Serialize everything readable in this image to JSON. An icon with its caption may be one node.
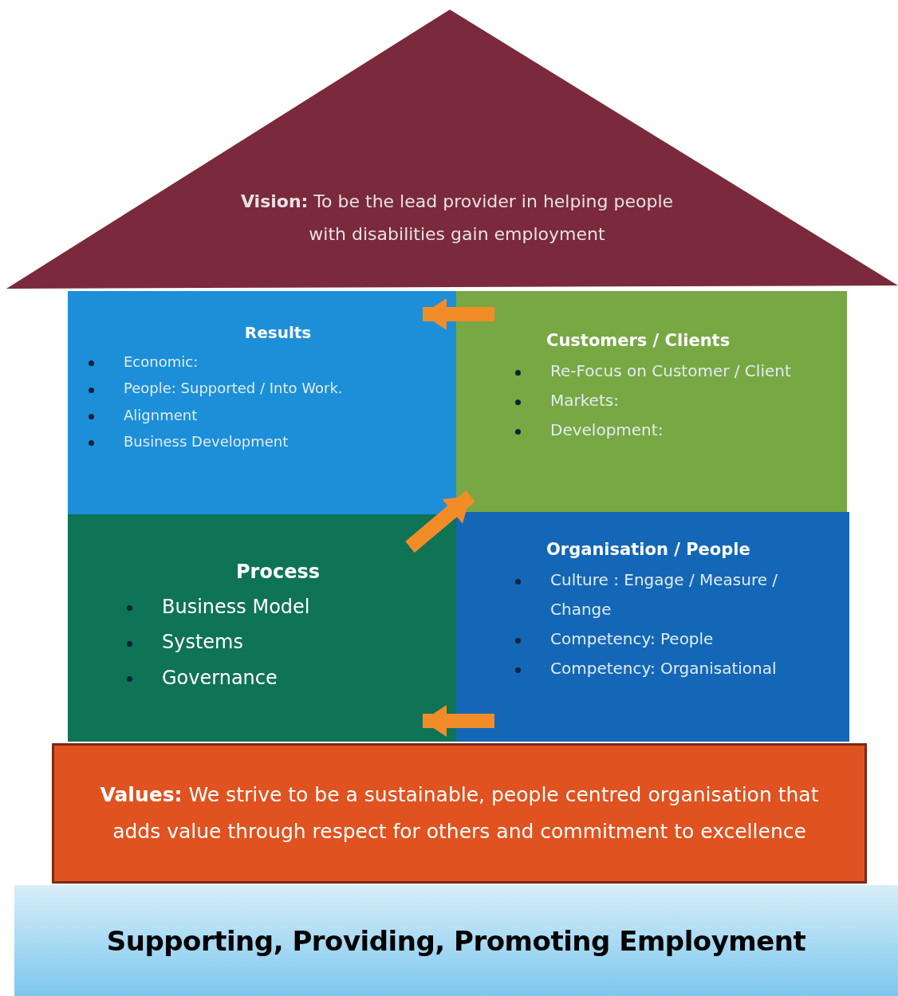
{
  "diagram": {
    "nodes": [
      {
        "text": [
          "**Vision:** To be the lead provider in helping people with disabilities gain employment"
        ]
      },
      {
        "text": [
          "Results",
          "Economic:",
          "People: Supported / Into Work.",
          "Alignment",
          "Business Development"
        ]
      },
      {
        "text": [
          "Customers / Clients",
          "Re-Focus on Customer / Client",
          "Markets:",
          "Development:"
        ]
      },
      {
        "text": [
          "Process",
          "Business Model",
          "Systems",
          "Governance"
        ]
      },
      {
        "text": [
          "Organisation / People",
          "Culture : Engage / Measure / Change",
          "Competency: People",
          "Competency: Organisational"
        ]
      },
      {
        "text": [
          "**Values:** We strive to be a sustainable, people centred organisation that adds value through respect for others and commitment to excellence"
        ]
      },
      {
        "text": [
          "Supporting, Providing, Promoting Employment"
        ]
      }
    ],
    "edges": [
      {
        "from": 2,
        "to": 1,
        "arrow": "to"
      },
      {
        "from": 3,
        "to": 2,
        "arrow": "to"
      },
      {
        "from": 4,
        "to": 3,
        "arrow": "to"
      }
    ]
  }
}
